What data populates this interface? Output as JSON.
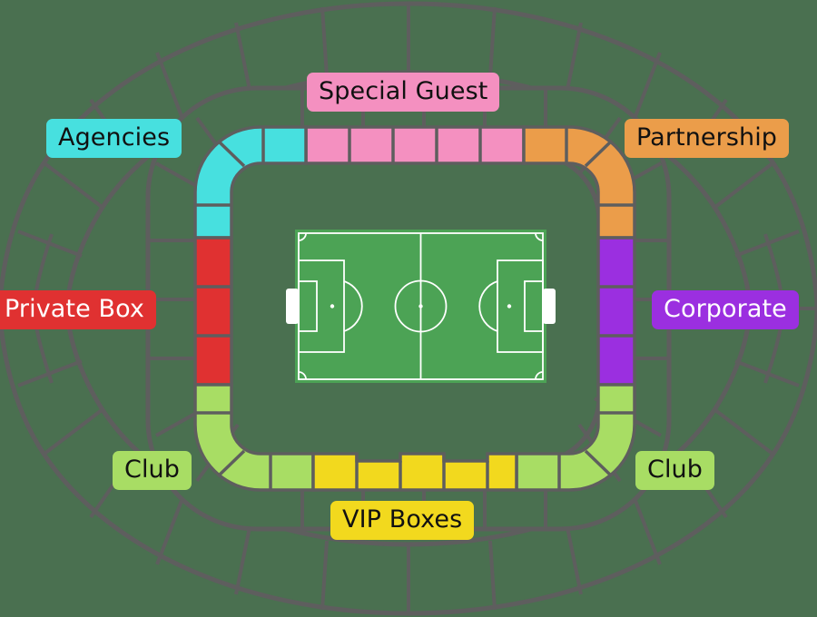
{
  "venue": {
    "type": "stadium-seating-map",
    "background_color": "#4a7050",
    "pitch_color": "#4ca355",
    "pitch_line_color": "#ffffff",
    "stand_fill_color": "#4a7050",
    "stand_stroke_color": "#5e5e5e"
  },
  "zones": [
    {
      "id": "special-guest",
      "label": "Special Guest",
      "color": "#f490c0",
      "text_color": "#111111",
      "position": "top-center",
      "segments": 5
    },
    {
      "id": "agencies",
      "label": "Agencies",
      "color": "#47e0df",
      "text_color": "#111111",
      "position": "top-left-corner",
      "segments": 4
    },
    {
      "id": "partnership",
      "label": "Partnership",
      "color": "#eb9d4a",
      "text_color": "#111111",
      "position": "top-right-corner",
      "segments": 4
    },
    {
      "id": "private-box",
      "label": "Private Box",
      "color": "#e03131",
      "text_color": "#ffffff",
      "position": "left-center",
      "segments": 3
    },
    {
      "id": "corporate",
      "label": "Corporate",
      "color": "#9b2fe0",
      "text_color": "#ffffff",
      "position": "right-center",
      "segments": 3
    },
    {
      "id": "club-left",
      "label": "Club",
      "color": "#a8dd64",
      "text_color": "#111111",
      "position": "bottom-left-corner",
      "segments": 4
    },
    {
      "id": "club-right",
      "label": "Club",
      "color": "#a8dd64",
      "text_color": "#111111",
      "position": "bottom-right-corner",
      "segments": 4
    },
    {
      "id": "vip-boxes",
      "label": "VIP Boxes",
      "color": "#f2d91e",
      "text_color": "#111111",
      "position": "bottom-center",
      "segments": 5
    }
  ],
  "labels": {
    "special_guest": "Special Guest",
    "agencies": "Agencies",
    "partnership": "Partnership",
    "private_box": "Private Box",
    "corporate": "Corporate",
    "club_left": "Club",
    "club_right": "Club",
    "vip_boxes": "VIP Boxes"
  },
  "pitch": {
    "name": "football-pitch",
    "markings": [
      "touchlines",
      "halfway-line",
      "centre-circle",
      "centre-spot",
      "penalty-area-left",
      "penalty-area-right",
      "goal-area-left",
      "goal-area-right",
      "penalty-spot-left",
      "penalty-spot-right",
      "penalty-arc-left",
      "penalty-arc-right",
      "corner-arcs",
      "goal-left",
      "goal-right"
    ]
  }
}
